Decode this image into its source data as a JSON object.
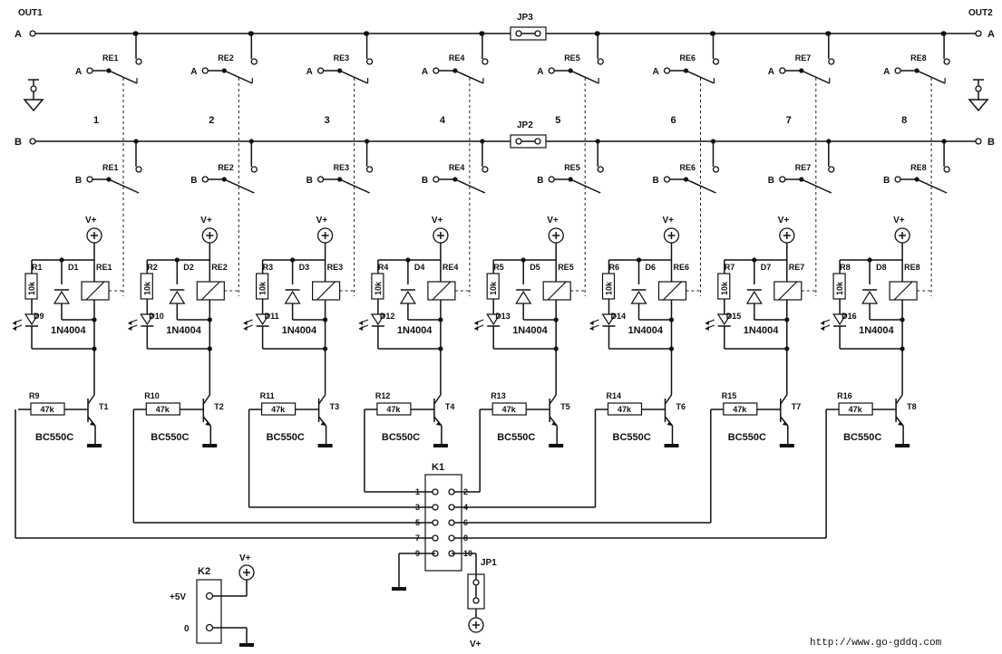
{
  "labels": {
    "out1": "OUT1",
    "out2": "OUT2",
    "bus_a": "A",
    "bus_b": "B",
    "jp1": "JP1",
    "jp2": "JP2",
    "jp3": "JP3",
    "k1": "K1",
    "k2": "K2",
    "vplus": "V+",
    "k2_pin1": "+5V",
    "k2_pin2": "0",
    "website": "http://www.go-gddq.com"
  },
  "channels": [
    {
      "num": "1",
      "relay": "RE1",
      "r_led": "R1",
      "r_led_val": "10k",
      "diode": "D1",
      "led": "D9",
      "diode_type": "1N4004",
      "r_base": "R9",
      "r_base_val": "47k",
      "transistor": "T1",
      "transistor_type": "BC550C"
    },
    {
      "num": "2",
      "relay": "RE2",
      "r_led": "R2",
      "r_led_val": "10k",
      "diode": "D2",
      "led": "D10",
      "diode_type": "1N4004",
      "r_base": "R10",
      "r_base_val": "47k",
      "transistor": "T2",
      "transistor_type": "BC550C"
    },
    {
      "num": "3",
      "relay": "RE3",
      "r_led": "R3",
      "r_led_val": "10k",
      "diode": "D3",
      "led": "D11",
      "diode_type": "1N4004",
      "r_base": "R11",
      "r_base_val": "47k",
      "transistor": "T3",
      "transistor_type": "BC550C"
    },
    {
      "num": "4",
      "relay": "RE4",
      "r_led": "R4",
      "r_led_val": "10k",
      "diode": "D4",
      "led": "D12",
      "diode_type": "1N4004",
      "r_base": "R12",
      "r_base_val": "47k",
      "transistor": "T4",
      "transistor_type": "BC550C"
    },
    {
      "num": "5",
      "relay": "RE5",
      "r_led": "R5",
      "r_led_val": "10k",
      "diode": "D5",
      "led": "D13",
      "diode_type": "1N4004",
      "r_base": "R13",
      "r_base_val": "47k",
      "transistor": "T5",
      "transistor_type": "BC550C"
    },
    {
      "num": "6",
      "relay": "RE6",
      "r_led": "R6",
      "r_led_val": "10k",
      "diode": "D6",
      "led": "D14",
      "diode_type": "1N4004",
      "r_base": "R14",
      "r_base_val": "47k",
      "transistor": "T6",
      "transistor_type": "BC550C"
    },
    {
      "num": "7",
      "relay": "RE7",
      "r_led": "R7",
      "r_led_val": "10k",
      "diode": "D7",
      "led": "D15",
      "diode_type": "1N4004",
      "r_base": "R15",
      "r_base_val": "47k",
      "transistor": "T7",
      "transistor_type": "BC550C"
    },
    {
      "num": "8",
      "relay": "RE8",
      "r_led": "R8",
      "r_led_val": "10k",
      "diode": "D8",
      "led": "D16",
      "diode_type": "1N4004",
      "r_base": "R16",
      "r_base_val": "47k",
      "transistor": "T8",
      "transistor_type": "BC550C"
    }
  ],
  "k1_pins": [
    "1",
    "2",
    "3",
    "4",
    "5",
    "6",
    "7",
    "8",
    "9",
    "10"
  ]
}
